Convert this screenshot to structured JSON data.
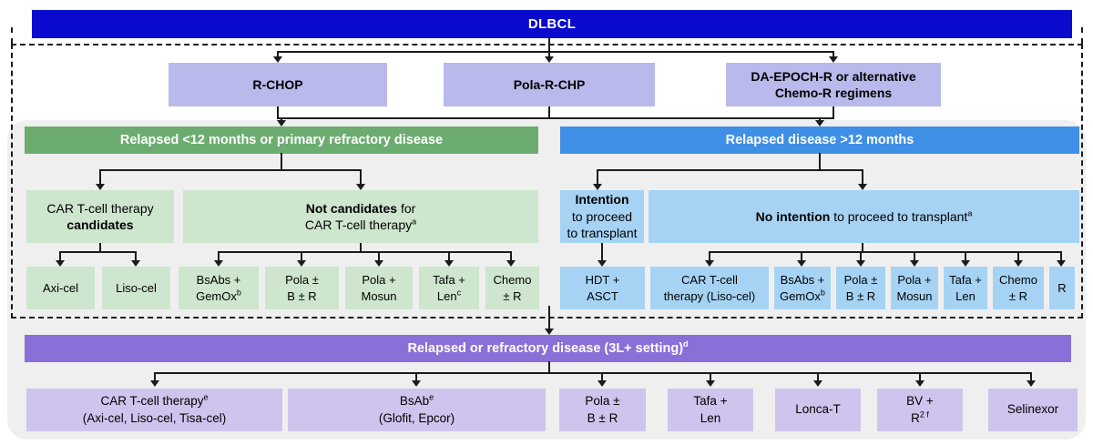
{
  "root_label": "DLBCL",
  "first_line": {
    "rchop": "R-CHOP",
    "pola": "Pola-R-CHP",
    "daepoch_line1": "DA-EPOCH-R or alternative",
    "daepoch_line2": "Chemo-R regimens"
  },
  "early": {
    "header": "Relapsed <12 months or primary refractory disease",
    "candidates_line1": "CAR T-cell therapy",
    "candidates_line2_bold": "candidates",
    "notcand_bold": "Not candidates",
    "notcand_rest": " for",
    "notcand_line2": "CAR T-cell therapy",
    "notcand_sup": "a",
    "leaves": [
      {
        "line1": "Axi-cel"
      },
      {
        "line1": "Liso-cel"
      },
      {
        "line1": "BsAbs +",
        "line2": "GemOx",
        "sup": "b"
      },
      {
        "line1": "Pola ±",
        "line2": "B ± R"
      },
      {
        "line1": "Pola +",
        "line2": "Mosun"
      },
      {
        "line1": "Tafa +",
        "line2": "Len",
        "sup": "c"
      },
      {
        "line1": "Chemo",
        "line2": "± R"
      }
    ]
  },
  "late": {
    "header": "Relapsed disease >12 months",
    "intention_bold": "Intention",
    "intention_line2": "to proceed",
    "intention_line3": "to transplant",
    "nointention_bold": "No intention",
    "nointention_rest": " to proceed to transplant",
    "nointention_sup": "a",
    "leaves": [
      {
        "line1": "HDT +",
        "line2": "ASCT"
      },
      {
        "line1": "CAR T-cell",
        "line2": "therapy (Liso-cel)"
      },
      {
        "line1": "BsAbs +",
        "line2": "GemOx",
        "sup": "b"
      },
      {
        "line1": "Pola ±",
        "line2": "B ± R"
      },
      {
        "line1": "Pola +",
        "line2": "Mosun"
      },
      {
        "line1": "Tafa +",
        "line2": "Len"
      },
      {
        "line1": "Chemo",
        "line2": "± R"
      },
      {
        "line1": "R"
      }
    ]
  },
  "third_line": {
    "header": "Relapsed or refractory disease (3L+ setting)",
    "header_sup": "d",
    "leaves": [
      {
        "line1": "CAR T-cell therapy",
        "sup1": "e",
        "line2": "(Axi-cel, Liso-cel, Tisa-cel)"
      },
      {
        "line1": "BsAb",
        "sup1": "e",
        "line2": "(Glofit, Epcor)"
      },
      {
        "line1": "Pola ±",
        "line2": "B ± R"
      },
      {
        "line1": "Tafa +",
        "line2": "Len"
      },
      {
        "line1": "Lonca-T"
      },
      {
        "line1": "BV +",
        "line2": "R",
        "sup2": "2 f"
      },
      {
        "line1": "Selinexor"
      }
    ]
  },
  "colors": {
    "root_bg": "#0b0bcf",
    "first_line_bg": "#b9b9ec",
    "early_header_bg": "#6cac70",
    "early_leaf_bg": "#cee5ce",
    "late_header_bg": "#3f8fe6",
    "late_leaf_bg": "#a6d3f4",
    "third_header_bg": "#8a6fd8",
    "third_leaf_bg": "#cfc4ed",
    "panel_bg": "#efeff0",
    "line": "#1b1b1b"
  }
}
